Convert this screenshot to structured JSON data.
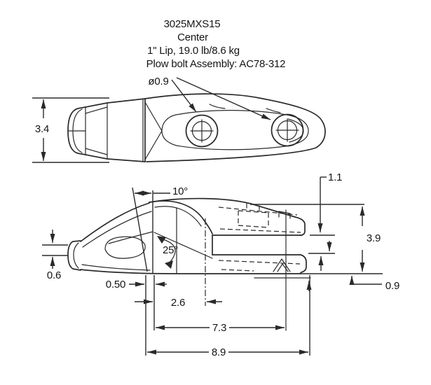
{
  "drawing": {
    "background": "#ffffff",
    "line_color": "#2a2a2c",
    "text_color": "#151518",
    "title": {
      "model": "3025MXS15",
      "position": "Center",
      "spec": "1\" Lip, 19.0 lb/8.6 kg",
      "assembly": "Plow bolt Assembly: AC78-312"
    },
    "top_view": {
      "dims": {
        "width": "3.4",
        "hole_diameter": "ø0.9"
      }
    },
    "side_view": {
      "dims": {
        "nose_angle": "10°",
        "throat_angle": "25°",
        "top_leg_thickness": "1.1",
        "rear_height": "3.9",
        "bottom_step": "0.9",
        "tip_height": "0.6",
        "tip_setback": "0.50",
        "front_hole_distance": "2.6",
        "hole_span": "7.3",
        "overall_length": "8.9"
      }
    }
  }
}
